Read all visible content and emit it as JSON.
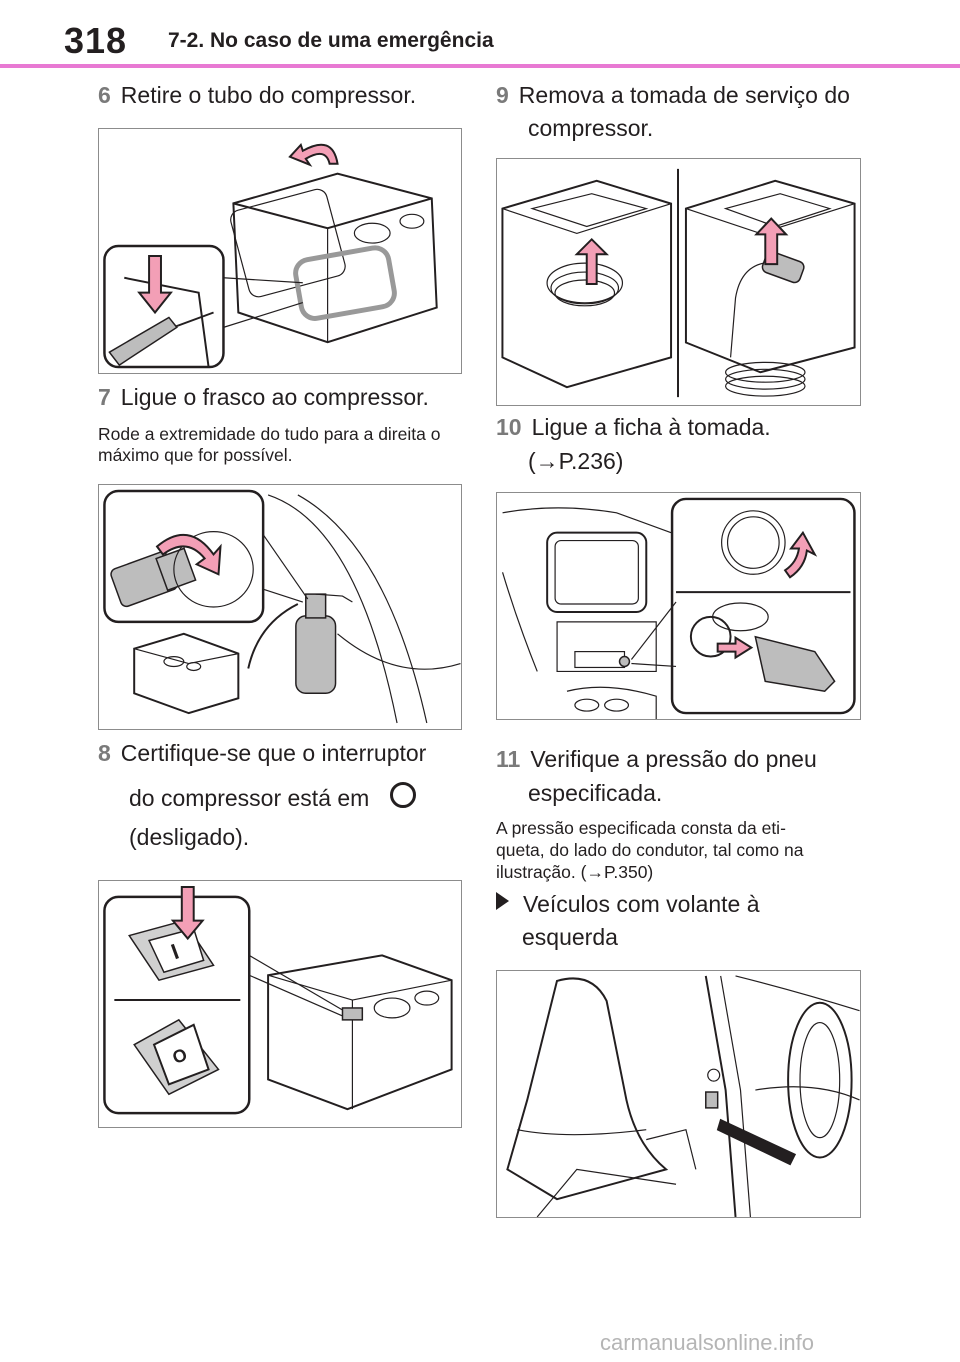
{
  "header": {
    "page_number": "318",
    "section": "7-2. No caso de uma emergência"
  },
  "steps": {
    "s6": {
      "num": "6",
      "text": "Retire o tubo do compressor."
    },
    "s7": {
      "num": "7",
      "text": "Ligue o frasco ao compressor.",
      "note": "Rode a extremidade do tudo para a direita o máximo que for possível."
    },
    "s8": {
      "num": "8",
      "line1": "Certifique-se que o interruptor",
      "line2": "do compressor está em",
      "line3": "(desligado)."
    },
    "s9": {
      "num": "9",
      "line1": "Remova a tomada de serviço do",
      "line2": "compressor."
    },
    "s10": {
      "num": "10",
      "line1": "Ligue a ficha à tomada.",
      "line2": "(→P.236)"
    },
    "s11": {
      "num": "11",
      "line1": "Verifique a pressão do pneu",
      "line2": "especificada.",
      "note_line1": "A pressão especificada consta da eti-",
      "note_line2": "queta, do lado do condutor, tal como na",
      "note_line3": "ilustração. (→P.350)"
    },
    "variant": {
      "line1": "Veículos com volante à",
      "line2": "esquerda"
    }
  },
  "switch_labels": {
    "on": "I",
    "off": "O"
  },
  "colors": {
    "accent_rule": "#e879d3",
    "arrow_pink": "#f39fb6"
  },
  "footer": {
    "watermark": "carmanualsonline.info"
  }
}
